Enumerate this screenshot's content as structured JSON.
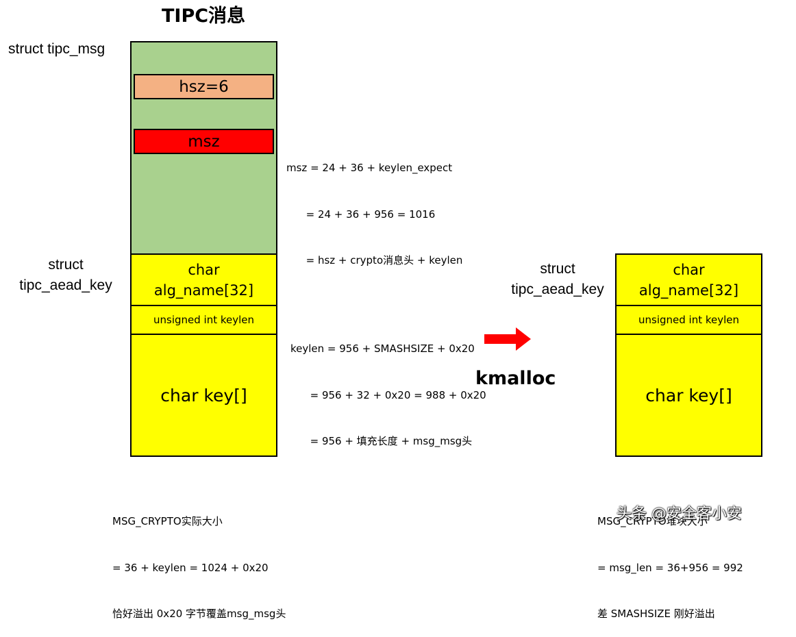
{
  "title": "TIPC消息",
  "left": {
    "msg_label": "struct tipc_msg",
    "aead_label_line1": "struct",
    "aead_label_line2": "tipc_aead_key",
    "hsz": "hsz=6",
    "msz": "msz",
    "alg_line1": "char",
    "alg_line2": "alg_name[32]",
    "keylen_field": "unsigned int keylen",
    "key_field": "char key[]"
  },
  "notes": {
    "msz": [
      "msz = 24 + 36 + keylen_expect",
      "      = 24 + 36 + 956 = 1016",
      "      = hsz + crypto消息头 + keylen"
    ],
    "keylen": [
      "keylen = 956 + SMASHSIZE + 0x20",
      "      = 956 + 32 + 0x20 = 988 + 0x20",
      "      = 956 + 填充长度 + msg_msg头"
    ],
    "left_bottom": [
      "MSG_CRYPTO实际大小",
      "= 36 + keylen = 1024 + 0x20",
      "恰好溢出 0x20 字节覆盖msg_msg头"
    ],
    "right_bottom": [
      "MSG_CRYPTO堆块大小",
      "= msg_len = 36+956 = 992",
      "差 SMASHSIZE 刚好溢出"
    ]
  },
  "arrow_label": "kmalloc",
  "right": {
    "aead_label_line1": "struct",
    "aead_label_line2": "tipc_aead_key",
    "alg_line1": "char",
    "alg_line2": "alg_name[32]",
    "keylen_field": "unsigned int keylen",
    "key_field": "char key[]"
  },
  "watermark": "头条 @安全客小安",
  "colors": {
    "tipc_msg": "#a9d18e",
    "hsz": "#f4b183",
    "msz": "#ff0000",
    "aead_key": "#ffff00",
    "arrow": "#ff0000"
  }
}
